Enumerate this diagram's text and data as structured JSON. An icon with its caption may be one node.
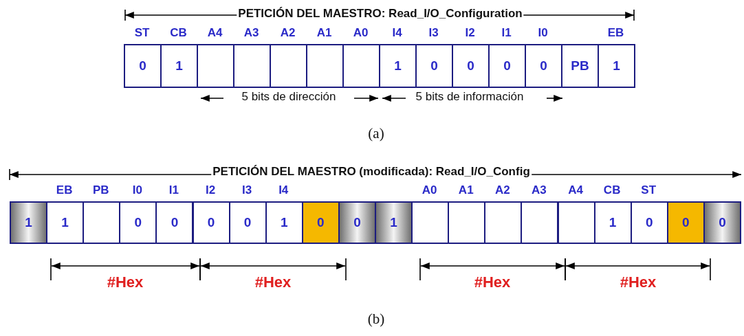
{
  "diagram": {
    "nodes": [
      {
        "text": [
          "0"
        ],
        "beside": [
          "ST"
        ]
      },
      {
        "text": [
          "1"
        ],
        "beside": [
          "CB"
        ]
      },
      {
        "text": [],
        "shape": "box",
        "beside": [
          "A4"
        ]
      },
      {
        "text": [],
        "shape": "box",
        "beside": [
          "A3"
        ]
      },
      {
        "text": [],
        "shape": "box",
        "beside": [
          "A2"
        ]
      },
      {
        "text": [],
        "shape": "box",
        "beside": [
          "A1"
        ]
      },
      {
        "text": [],
        "shape": "box",
        "beside": [
          "A0"
        ]
      },
      {
        "text": [
          "1"
        ],
        "beside": [
          "I4"
        ]
      },
      {
        "text": [
          "0"
        ],
        "beside": [
          "I3"
        ]
      },
      {
        "text": [
          "0"
        ],
        "beside": [
          "I2"
        ]
      },
      {
        "text": [
          "0"
        ],
        "beside": [
          "I1"
        ]
      },
      {
        "text": [
          "0"
        ],
        "beside": [
          "I0"
        ]
      },
      {
        "text": [
          "PB"
        ]
      },
      {
        "text": [
          "1"
        ],
        "beside": [
          "EB"
        ]
      },
      {
        "text": [
          "1"
        ]
      },
      {
        "text": [
          "1"
        ],
        "beside": [
          "EB"
        ]
      },
      {
        "text": [],
        "shape": "box",
        "beside": [
          "PB"
        ]
      },
      {
        "text": [
          "0"
        ],
        "beside": [
          "I0"
        ]
      },
      {
        "text": [
          "0"
        ],
        "beside": [
          "I1"
        ]
      },
      {
        "text": [
          "0"
        ],
        "beside": [
          "I2"
        ]
      },
      {
        "text": [
          "0"
        ],
        "beside": [
          "I3"
        ]
      },
      {
        "text": [
          "1"
        ],
        "beside": [
          "I4"
        ]
      },
      {
        "text": [
          "0"
        ]
      },
      {
        "text": [
          "0"
        ]
      },
      {
        "text": [
          "1"
        ]
      },
      {
        "text": [],
        "shape": "box",
        "beside": [
          "A0"
        ]
      },
      {
        "text": [],
        "shape": "box",
        "beside": [
          "A1"
        ]
      },
      {
        "text": [],
        "shape": "box",
        "beside": [
          "A2"
        ]
      },
      {
        "text": [],
        "shape": "box",
        "beside": [
          "A3"
        ]
      },
      {
        "text": [],
        "shape": "box",
        "beside": [
          "A4"
        ]
      },
      {
        "text": [
          "1"
        ],
        "beside": [
          "CB"
        ]
      },
      {
        "text": [
          "0"
        ],
        "beside": [
          "ST"
        ]
      },
      {
        "text": [
          "0"
        ]
      },
      {
        "text": [
          "0"
        ]
      }
    ],
    "labels": [
      "PETICIÓN DEL MAESTRO: Read_I/O_Configuration",
      "5 bits de dirección",
      "5 bits de información",
      "(a)",
      "PETICIÓN DEL MAESTRO (modificada): Read_I/O_Config",
      "#Hex",
      "#Hex",
      "#Hex",
      "#Hex",
      "(b)"
    ]
  }
}
